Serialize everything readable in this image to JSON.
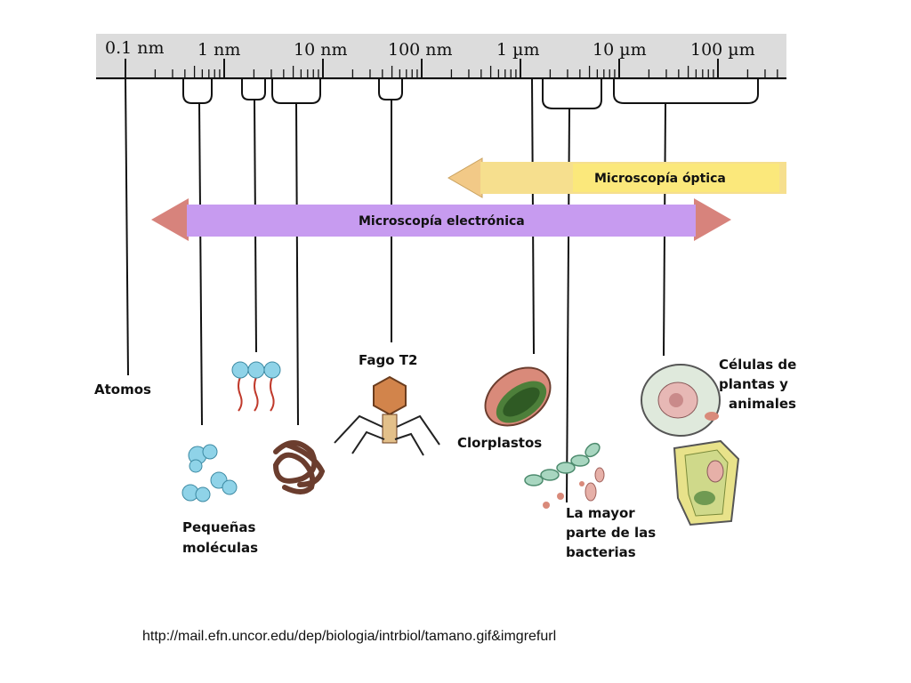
{
  "scale": {
    "labels": [
      "0.1 nm",
      "1 nm",
      "10 nm",
      "100 nm",
      "1 µm",
      "10 µm",
      "100 µm"
    ]
  },
  "bands": {
    "optical": "Microscopía óptica",
    "electron": "Microscopía electrónica"
  },
  "items": {
    "atomos": [
      "Atomos"
    ],
    "moleculas": [
      "Pequeñas",
      "moléculas"
    ],
    "fago": [
      "Fago T2"
    ],
    "cloroplastos": [
      "Clorplastos"
    ],
    "bacterias": [
      "La mayor",
      "parte de las",
      "bacterias"
    ],
    "celulas": [
      "Células de",
      "plantas y",
      "animales"
    ]
  },
  "source_url": "http://mail.efn.uncor.edu/dep/biologia/intrbiol/tamano.gif&imgrefurl",
  "colors": {
    "optical_band": "#f6df8e",
    "electron_band": "#c79bf0",
    "arrow_head": "#d7837c"
  }
}
